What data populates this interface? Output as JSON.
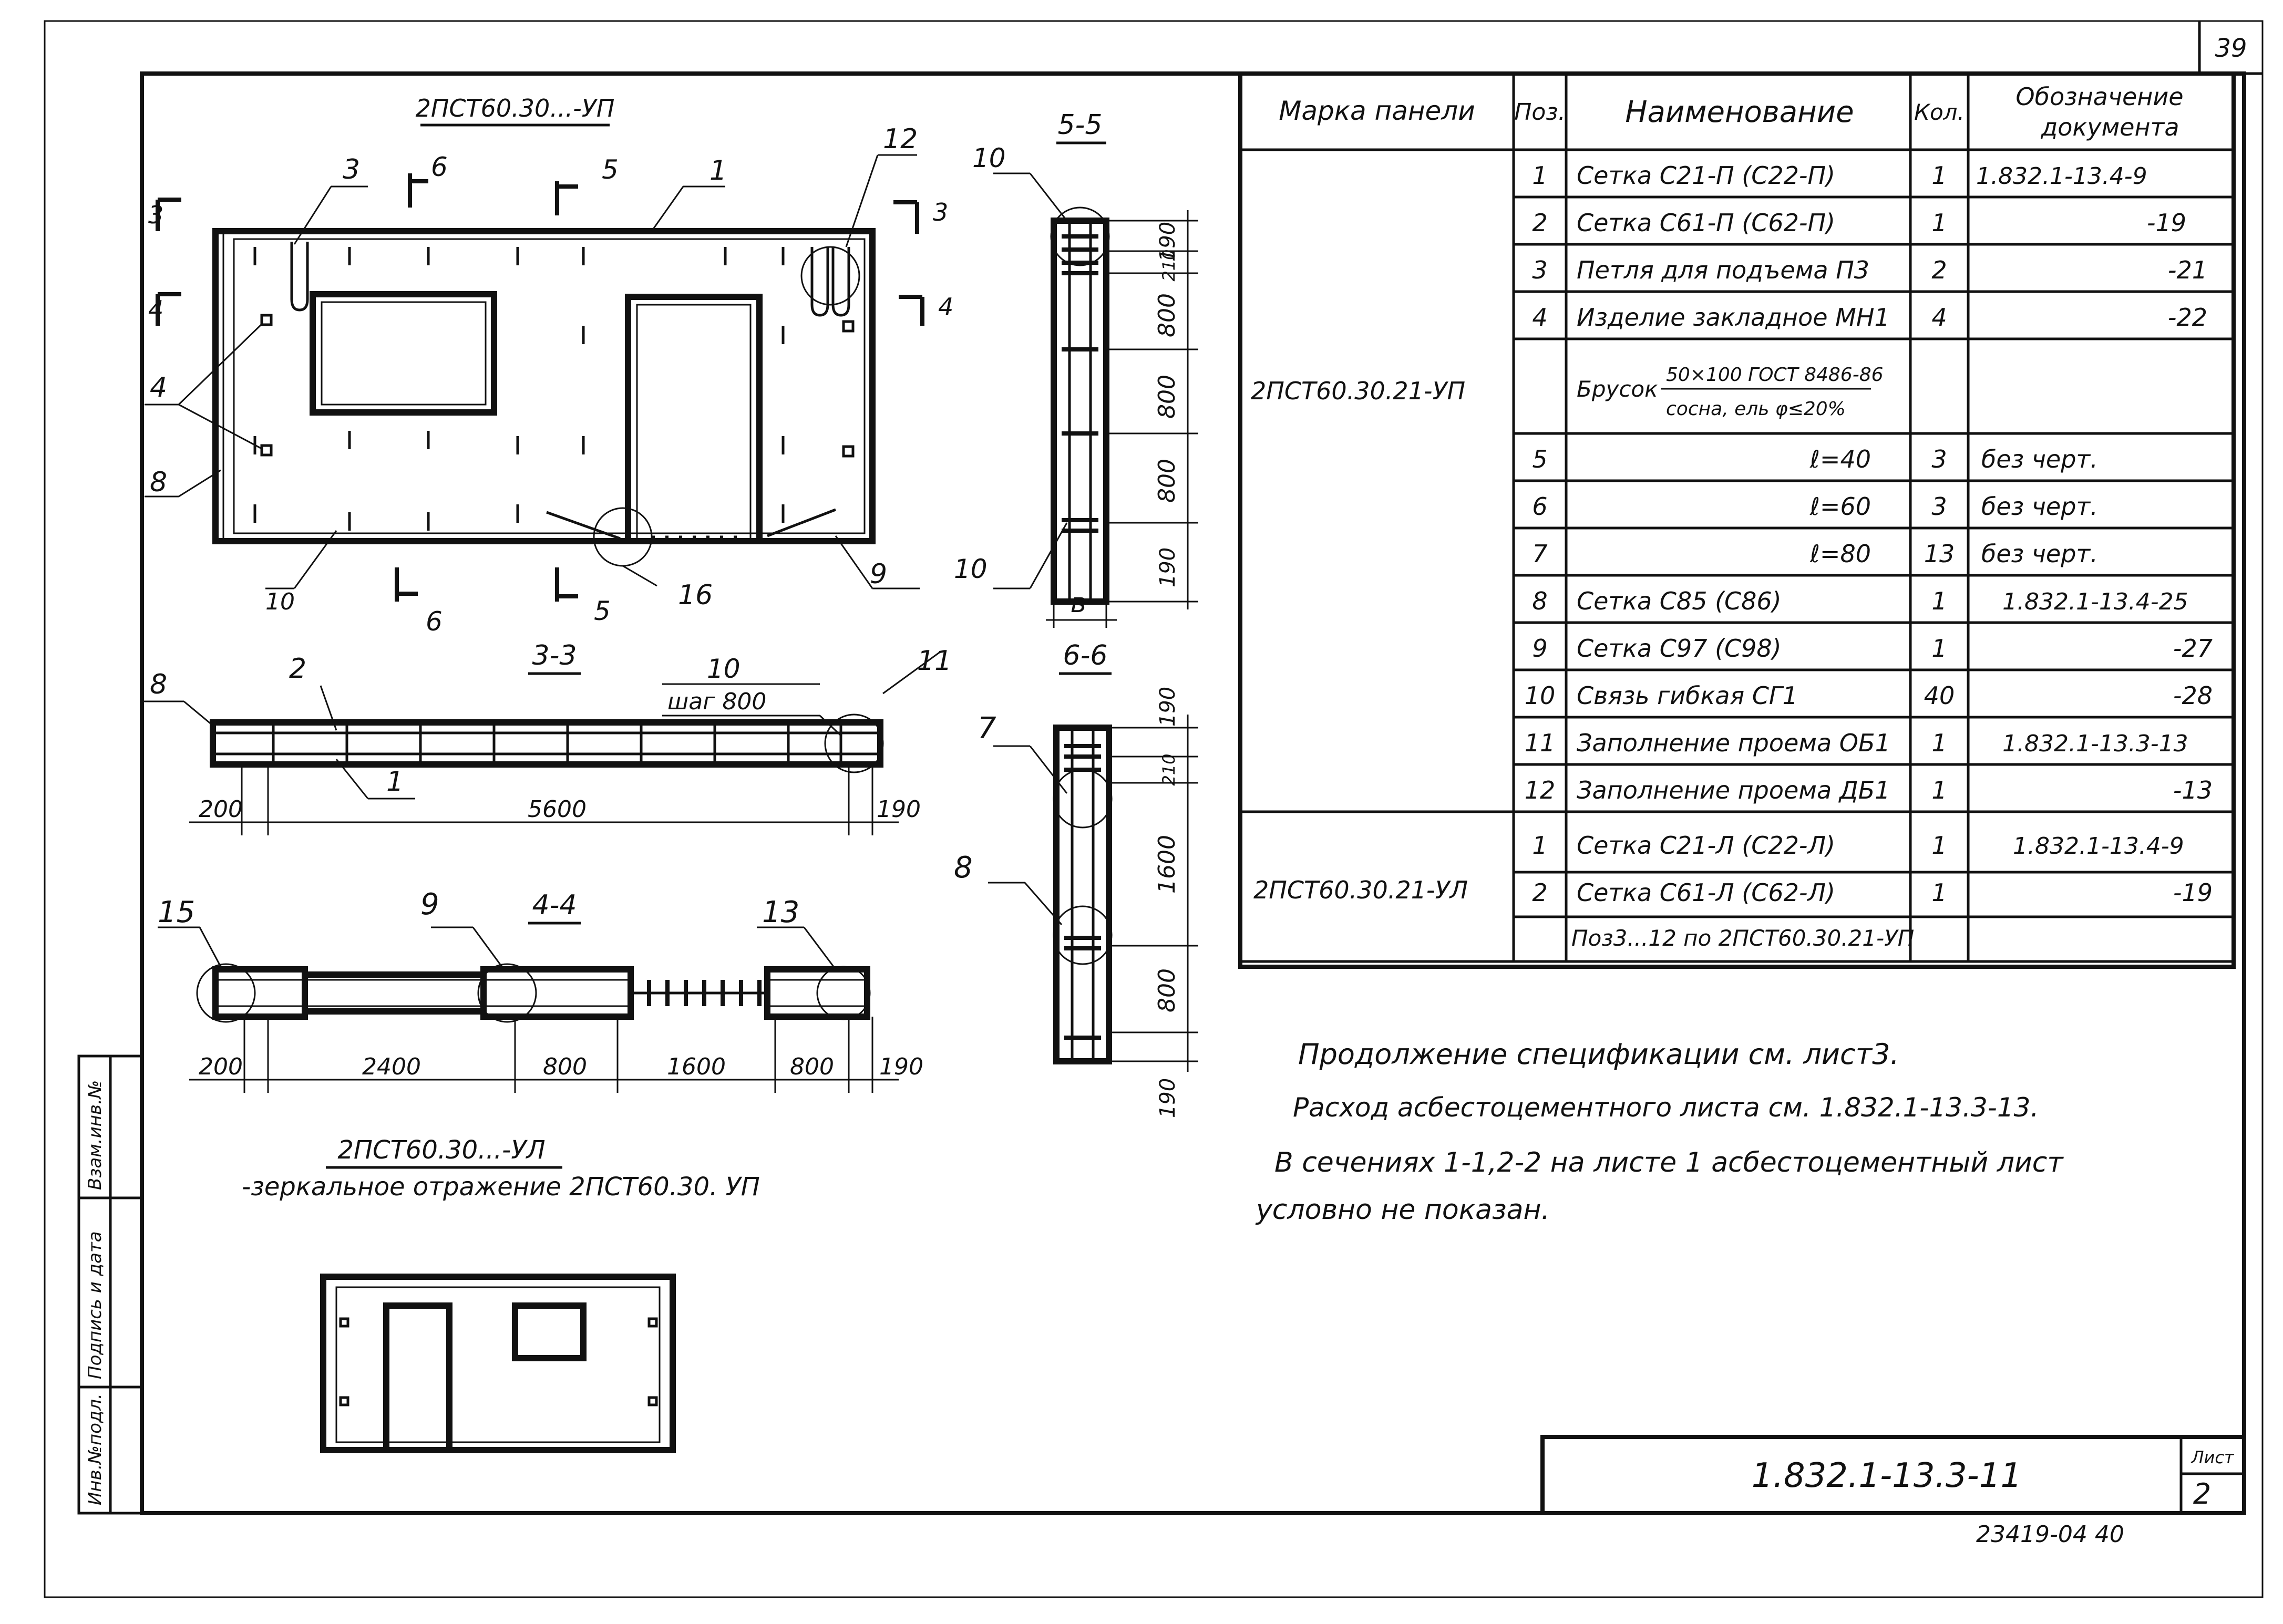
{
  "page_number": "39",
  "drawing": {
    "main_view_title": "2ПСТ60.30...-УП",
    "sections": {
      "s55": "5-5",
      "s33": "3-3",
      "s66": "6-6",
      "s44": "4-4"
    },
    "cut_marks": {
      "c3": "3",
      "c4": "4",
      "c5": "5",
      "c6": "6"
    },
    "callouts": {
      "n1": "1",
      "n2": "2",
      "n3": "3",
      "n4": "4",
      "n7": "7",
      "n8": "8",
      "n9": "9",
      "n10": "10",
      "n11": "11",
      "n12": "12",
      "n13": "13",
      "n15": "15",
      "n16": "16"
    },
    "dims_33": {
      "d1": "200",
      "d2": "5600",
      "d3": "190",
      "pitch_label": "шаг 800"
    },
    "dims_44": {
      "d1": "200",
      "d2": "2400",
      "d3": "800",
      "d4": "1600",
      "d5": "800",
      "d6": "190"
    },
    "dims_55": {
      "d1": "190",
      "d2": "210",
      "d3": "800",
      "d4": "800",
      "d5": "800",
      "d6": "190",
      "b": "в"
    },
    "dims_66": {
      "d1": "190",
      "d2": "210",
      "d3": "1600",
      "d4": "800",
      "d5": "190"
    },
    "mirror_title": "2ПСТ60.30...-УЛ",
    "mirror_caption": "-зеркальное отражение 2ПСТ60.30. УП"
  },
  "spec_table": {
    "headers": {
      "mark": "Марка панели",
      "pos": "Поз.",
      "name": "Наименование",
      "qty": "Кол.",
      "doc_l1": "Обозначение",
      "doc_l2": "документа"
    },
    "group1_mark": "2ПСТ60.30.21-УП",
    "group2_mark": "2ПСТ60.30.21-УЛ",
    "rows": [
      {
        "pos": "1",
        "name": "Сетка С21-П (С22-П)",
        "qty": "1",
        "doc": "1.832.1-13.4-9"
      },
      {
        "pos": "2",
        "name": "Сетка С61-П (С62-П)",
        "qty": "1",
        "doc": "-19"
      },
      {
        "pos": "3",
        "name": "Петля для подъема П3",
        "qty": "2",
        "doc": "-21"
      },
      {
        "pos": "4",
        "name": "Изделие закладное МН1",
        "qty": "4",
        "doc": "-22"
      },
      {
        "pos": "",
        "name": "Брусок",
        "name_top": "50×100 ГОСТ 8486-86",
        "name_bottom": "сосна, ель φ≤20%",
        "qty": "",
        "doc": ""
      },
      {
        "pos": "5",
        "name": "ℓ=40",
        "qty": "3",
        "doc": "без черт."
      },
      {
        "pos": "6",
        "name": "ℓ=60",
        "qty": "3",
        "doc": "без черт."
      },
      {
        "pos": "7",
        "name": "ℓ=80",
        "qty": "13",
        "doc": "без черт."
      },
      {
        "pos": "8",
        "name": "Сетка С85 (С86)",
        "qty": "1",
        "doc": "1.832.1-13.4-25"
      },
      {
        "pos": "9",
        "name": "Сетка С97 (С98)",
        "qty": "1",
        "doc": "-27"
      },
      {
        "pos": "10",
        "name": "Связь гибкая СГ1",
        "qty": "40",
        "doc": "-28"
      },
      {
        "pos": "11",
        "name": "Заполнение проема ОБ1",
        "qty": "1",
        "doc": "1.832.1-13.3-13"
      },
      {
        "pos": "12",
        "name": "Заполнение проема ДБ1",
        "qty": "1",
        "doc": "-13"
      },
      {
        "pos": "1",
        "name": "Сетка С21-Л (С22-Л)",
        "qty": "1",
        "doc": "1.832.1-13.4-9"
      },
      {
        "pos": "2",
        "name": "Сетка С61-Л (С62-Л)",
        "qty": "1",
        "doc": "-19"
      },
      {
        "pos": "",
        "name": "Поз3...12 по 2ПСТ60.30.21-УП",
        "qty": "",
        "doc": ""
      }
    ]
  },
  "notes": {
    "l1": "Продолжение спецификации см. лист3.",
    "l2": "Расход асбестоцементного листа см. 1.832.1-13.3-13.",
    "l3": "В сечениях 1-1,2-2 на листе 1 асбестоцементный лист",
    "l4": "условно не показан."
  },
  "side_stamp": {
    "c1": "Инв.№подл.",
    "c2": "Подпись и дата",
    "c3": "Взам.инв.№"
  },
  "title_block": {
    "code": "1.832.1-13.3-11",
    "sheet_label": "Лист",
    "sheet_num": "2"
  },
  "archive_number": "23419-04 40"
}
